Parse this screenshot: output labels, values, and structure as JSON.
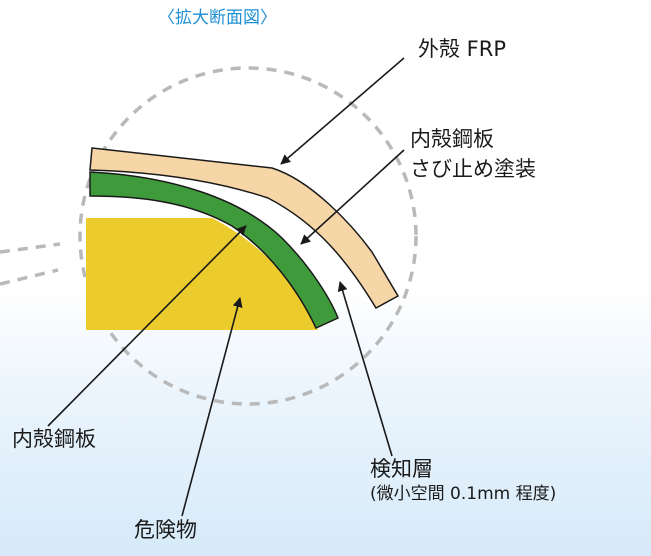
{
  "title": "〈拡大断面図〉",
  "labels": {
    "outer_shell": "外殻 FRP",
    "coating_line1": "内殻鋼板",
    "coating_line2": "さび止め塗装",
    "inner_shell": "内殻鋼板",
    "detection_layer": "検知層",
    "detection_note": "(微小空間 0.1mm 程度)",
    "hazardous": "危険物"
  },
  "colors": {
    "outer_shell": "#f6d6a6",
    "inner_shell": "#3f9a3b",
    "hazardous": "#eccb2d",
    "title": "#1f8fd6",
    "dashed_circle": "#b9b9b9",
    "background_bottom": "#d6eaf9"
  }
}
